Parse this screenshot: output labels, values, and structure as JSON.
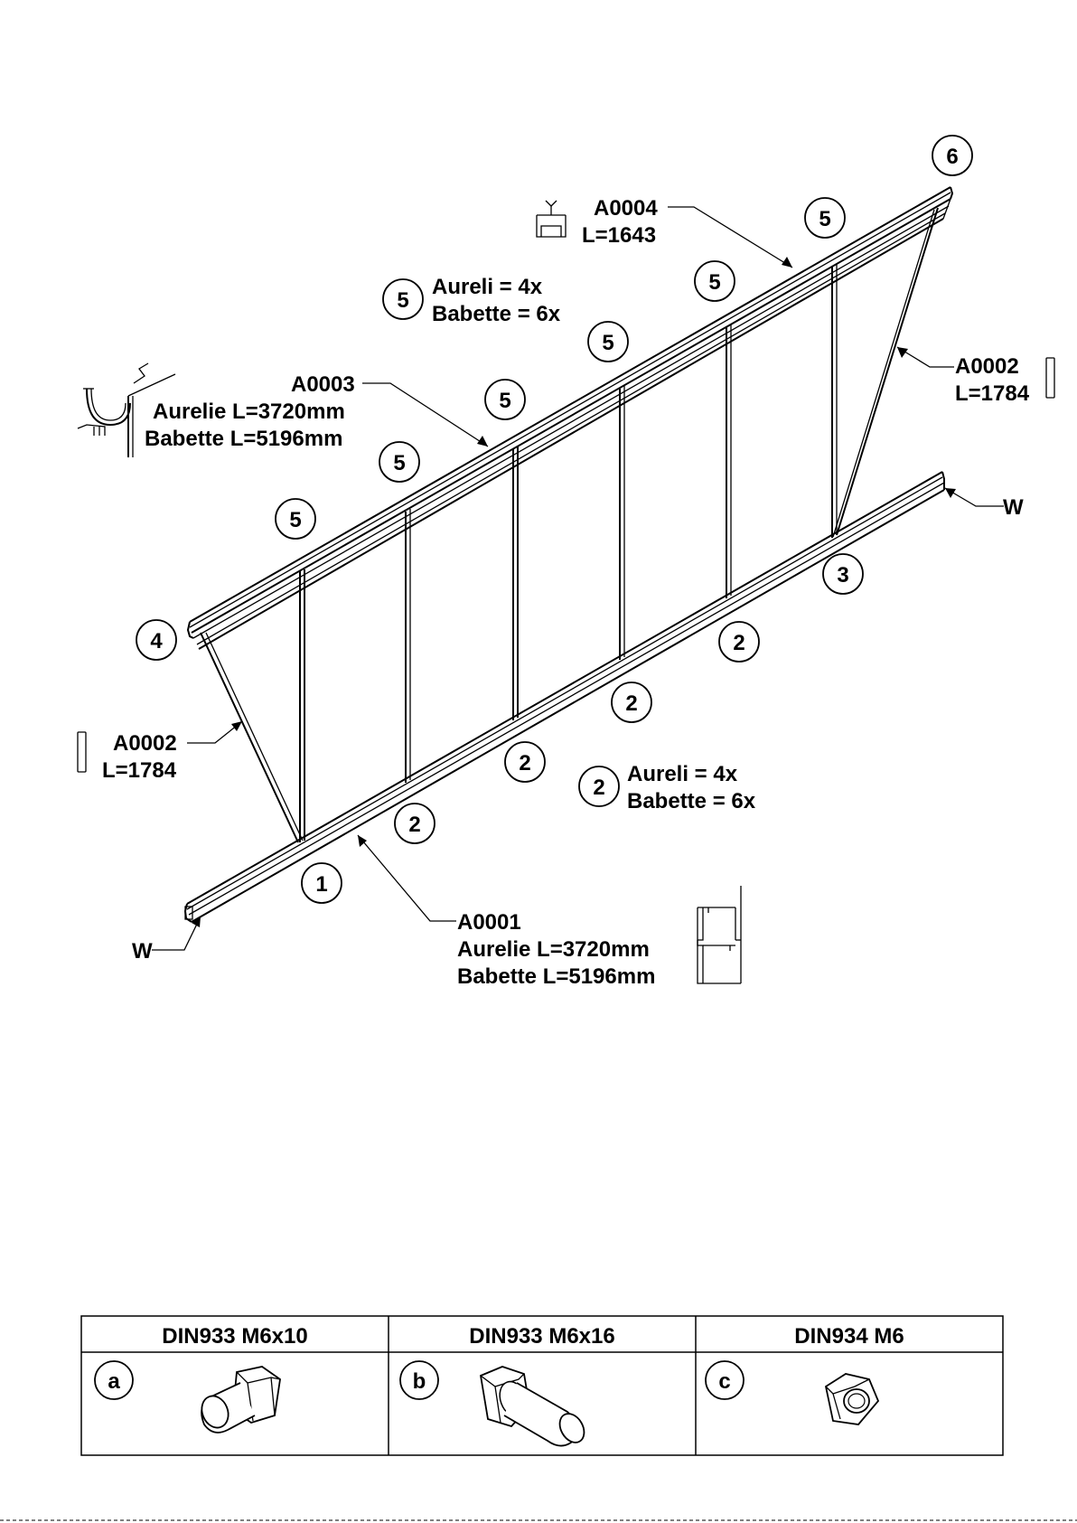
{
  "callouts": [
    {
      "id": "c6",
      "label": "6"
    },
    {
      "id": "c5a",
      "label": "5"
    },
    {
      "id": "c5b",
      "label": "5"
    },
    {
      "id": "c5c",
      "label": "5"
    },
    {
      "id": "c5d",
      "label": "5"
    },
    {
      "id": "c5e",
      "label": "5"
    },
    {
      "id": "c5f",
      "label": "5"
    },
    {
      "id": "c5legend",
      "label": "5"
    },
    {
      "id": "c4",
      "label": "4"
    },
    {
      "id": "c3",
      "label": "3"
    },
    {
      "id": "c2a",
      "label": "2"
    },
    {
      "id": "c2b",
      "label": "2"
    },
    {
      "id": "c2c",
      "label": "2"
    },
    {
      "id": "c2d",
      "label": "2"
    },
    {
      "id": "c2legend",
      "label": "2"
    },
    {
      "id": "c1",
      "label": "1"
    }
  ],
  "parts": {
    "a0004": {
      "code": "A0004",
      "length": "L=1643"
    },
    "a0003": {
      "code": "A0003",
      "aurelie": "Aurelie L=3720mm",
      "babette": "Babette L=5196mm"
    },
    "a0002_right": {
      "code": "A0002",
      "length": "L=1784"
    },
    "a0002_left": {
      "code": "A0002",
      "length": "L=1784"
    },
    "a0001": {
      "code": "A0001",
      "aurelie": "Aurelie L=3720mm",
      "babette": "Babette L=5196mm"
    }
  },
  "legend5": {
    "aureli": "Aureli = 4x",
    "babette": "Babette = 6x"
  },
  "legend2": {
    "aureli": "Aureli = 4x",
    "babette": "Babette = 6x"
  },
  "wall_marks": {
    "right": "W",
    "left": "W"
  },
  "hardware": [
    {
      "letter": "a",
      "title": "DIN933 M6x10",
      "icon": "short-bolt-icon"
    },
    {
      "letter": "b",
      "title": "DIN933 M6x16",
      "icon": "long-bolt-icon"
    },
    {
      "letter": "c",
      "title": "DIN934 M6",
      "icon": "hex-nut-icon"
    }
  ]
}
